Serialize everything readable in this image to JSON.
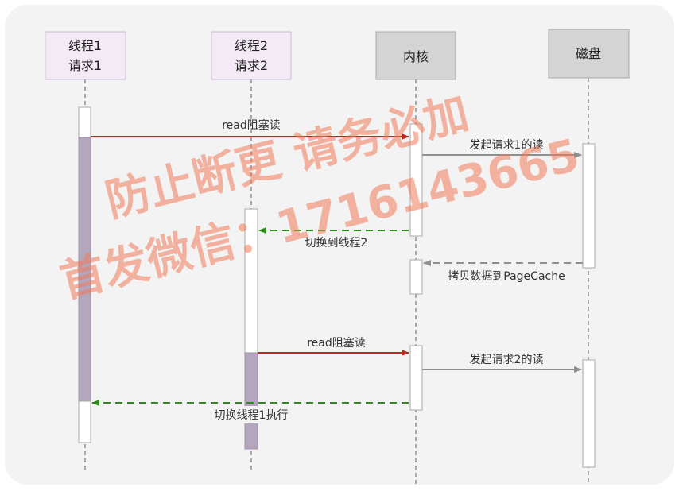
{
  "participants": [
    {
      "id": "thread1",
      "line1": "线程1",
      "line2": "请求1",
      "style": "thread"
    },
    {
      "id": "thread2",
      "line1": "线程2",
      "line2": "请求2",
      "style": "thread"
    },
    {
      "id": "kernel",
      "line1": "内核",
      "line2": "",
      "style": "system"
    },
    {
      "id": "disk",
      "line1": "磁盘",
      "line2": "",
      "style": "system"
    }
  ],
  "messages": [
    {
      "id": "msg1",
      "text": "read阻塞读",
      "from": "thread1",
      "to": "kernel",
      "kind": "call"
    },
    {
      "id": "msg2",
      "text": "发起请求1的读",
      "from": "kernel",
      "to": "disk",
      "kind": "request"
    },
    {
      "id": "msg3",
      "text": "切换到线程2",
      "from": "kernel",
      "to": "thread2",
      "kind": "switch"
    },
    {
      "id": "msg4",
      "text": "拷贝数据到PageCache",
      "from": "disk",
      "to": "kernel",
      "kind": "return"
    },
    {
      "id": "msg5",
      "text": "read阻塞读",
      "from": "thread2",
      "to": "kernel",
      "kind": "call"
    },
    {
      "id": "msg6",
      "text": "发起请求2的读",
      "from": "kernel",
      "to": "disk",
      "kind": "request"
    },
    {
      "id": "msg7",
      "text": "切换线程1执行",
      "from": "kernel",
      "to": "thread1",
      "kind": "switch"
    }
  ],
  "watermark": {
    "line1": "防止断更 请务必加",
    "line2": "首发微信：17161436​65"
  },
  "colors": {
    "panel": "#f3f3f3",
    "thread_box": "#f3eaf6",
    "thread_box_border": "#c9b8d3",
    "system_box": "#d4d4d4",
    "system_box_border": "#a9a9a9",
    "blocked_bar": "#b4a7bd",
    "call_arrow": "#b8281b",
    "request_arrow": "#8f8f8f",
    "switch_arrow": "#2f8a1e",
    "return_arrow": "#8f8f8f",
    "watermark": "#f07a5a"
  }
}
